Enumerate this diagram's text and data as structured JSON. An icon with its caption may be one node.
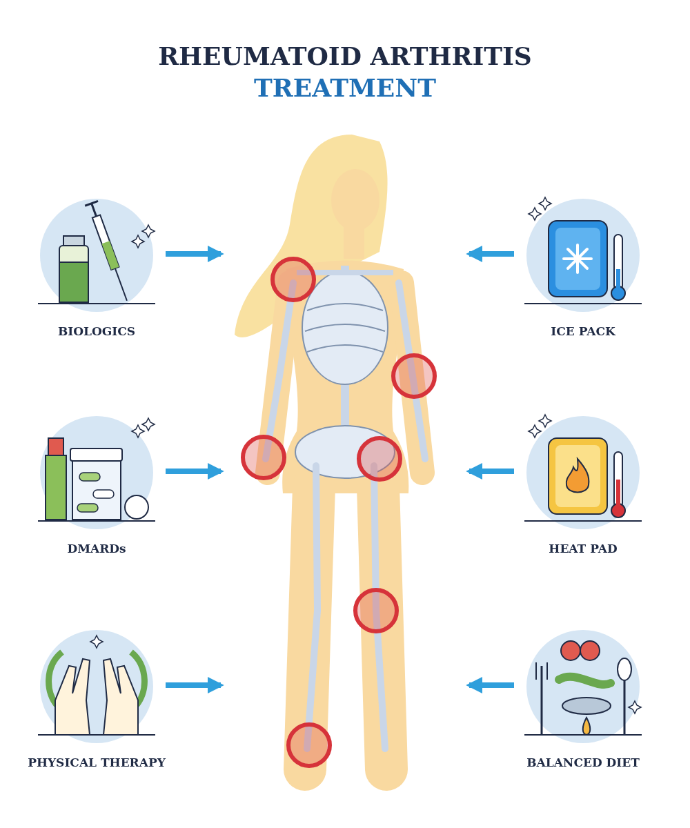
{
  "diagram": {
    "title": "RHEUMATOID ARTHRITIS TREATMENT",
    "nodes": [
      {
        "text": [
          "BIOLOGICS"
        ]
      },
      {
        "text": [
          "ICE PACK"
        ]
      },
      {
        "text": [
          "DMARDs"
        ]
      },
      {
        "text": [
          "HEAT PAD"
        ]
      },
      {
        "text": [
          "PHYSICAL THERAPY"
        ]
      },
      {
        "text": [
          "BALANCED DIET"
        ]
      },
      {
        "text": [],
        "shape": "picture"
      }
    ],
    "edges": [
      {
        "from": 0,
        "to": 6,
        "arrow": "to"
      },
      {
        "from": 1,
        "to": 6,
        "arrow": "to"
      },
      {
        "from": 2,
        "to": 6,
        "arrow": "to"
      },
      {
        "from": 3,
        "to": 6,
        "arrow": "to"
      },
      {
        "from": 4,
        "to": 6,
        "arrow": "to"
      },
      {
        "from": 5,
        "to": 6,
        "arrow": "to"
      }
    ]
  }
}
